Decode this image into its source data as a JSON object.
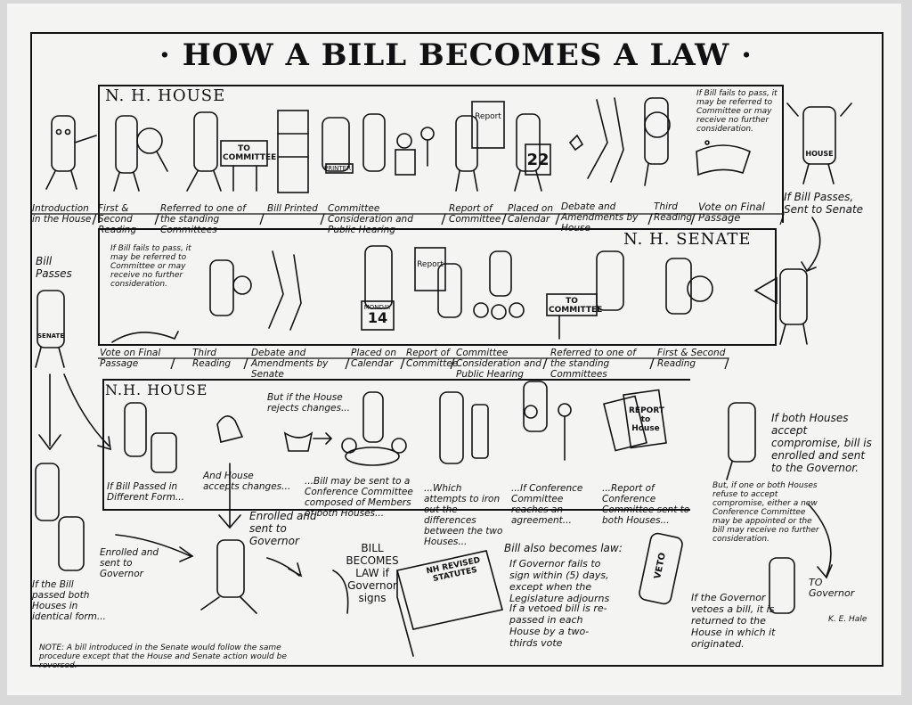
{
  "title": "· HOW A BILL BECOMES A LAW ·",
  "sections": {
    "house1": "N. H. HOUSE",
    "senate": "N. H. SENATE",
    "house2": "N.H. HOUSE"
  },
  "row1_steps": [
    "Introduction in the House",
    "First & Second Reading",
    "Referred to one of the standing Committees",
    "Bill Printed",
    "Committee Consideration and Public Hearing",
    "Report of Committee",
    "Placed on Calendar",
    "Debate and Amendments by House",
    "Third Reading",
    "Vote on Final Passage"
  ],
  "row1_fail": "If Bill fails to pass, it may be referred to Committee or may receive no further consideration.",
  "row1_pass": "If Bill Passes, Sent to Senate",
  "row2_steps": [
    "Vote on Final Passage",
    "Third Reading",
    "Debate and Amendments by Senate",
    "Placed on Calendar",
    "Report of Committee",
    "Committee Consideration and Public Hearing",
    "Referred to one of the standing Committees",
    "First & Second Reading"
  ],
  "row2_fail": "If Bill fails to pass, it may be referred to Committee or may receive no further consideration.",
  "bill_passes": "Bill Passes",
  "signs": {
    "committee": "TO COMMITTEE",
    "printer": "PRINTER",
    "calendar1": "22",
    "calendar2": "14",
    "monday": "MONDAY",
    "house": "HOUSE",
    "senate": "SENATE",
    "report": "Report",
    "veto": "VETO",
    "statutes": "NH REVISED STATUTES",
    "report_house": "REPORT to House"
  },
  "row3": {
    "different_form": "If Bill Passed in Different Form...",
    "accepts": "And House accepts changes...",
    "rejects": "But if the House rejects changes...",
    "conference": "...Bill may be sent to a Conference Committee composed of Members of both Houses...",
    "iron_out": "...Which attempts to iron out the differences between the two Houses...",
    "agreement": "...If Conference Committee reaches an agreement...",
    "report": "...Report of Conference Committee sent to both Houses...",
    "both_accept": "If both Houses accept compromise, bill is enrolled and sent to the Governor.",
    "refuse": "But, if one or both Houses refuse to accept compromise, either a new Conference Committee may be appointed or the bill may receive no further consideration."
  },
  "row4": {
    "identical": "If the Bill passed both Houses in identical form...",
    "enrolled1": "Enrolled and sent to Governor",
    "enrolled2": "Enrolled and sent to Governor",
    "becomes_law": "BILL BECOMES LAW if Governor signs",
    "also_law_title": "Bill also becomes law:",
    "also_law_1": "If Governor fails to sign within (5) days, except when the Legislature adjourns",
    "also_law_2": "If a vetoed bill is re-passed in each House by a two-thirds vote",
    "vetoes": "If the Governor vetoes a bill, it is returned to the House in which it originated.",
    "to_governor": "TO Governor"
  },
  "note": "NOTE: A bill introduced in the Senate would follow the same procedure except that the House and Senate action would be reversed.",
  "credit": "K. E. Hale"
}
